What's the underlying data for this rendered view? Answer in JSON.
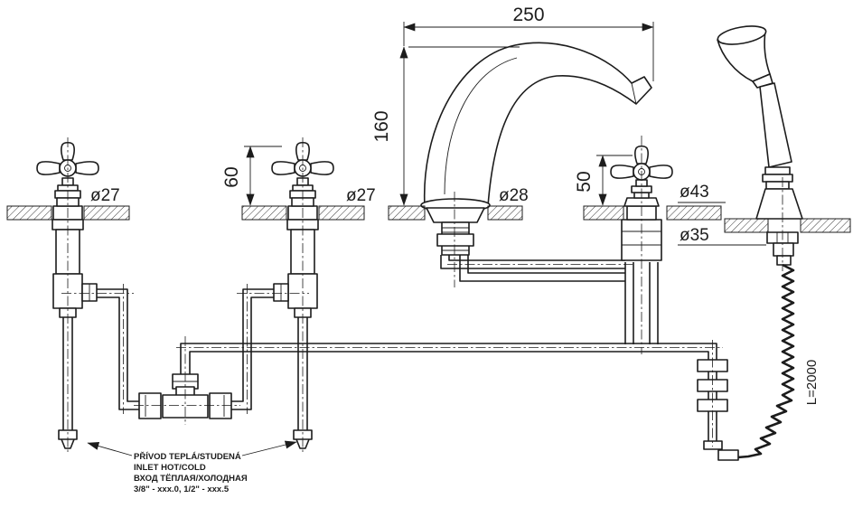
{
  "dims": {
    "spout_reach": "250",
    "spout_height": "160",
    "handle_height": "60",
    "diverter_height": "50",
    "dia_left_valve": "ø27",
    "dia_middle_valve": "ø27",
    "dia_spout": "ø28",
    "dia_diverter": "ø43",
    "dia_shower_base": "ø35",
    "hose_length": "L=2000"
  },
  "notes": {
    "line1": "PŘÍVOD TEPLÁ/STUDENÁ",
    "line2": "INLET HOT/COLD",
    "line3": "ВХОД ТЁПЛАЯ/ХОЛОДНАЯ",
    "line4": "3/8\" - xxx.0, 1/2\" - xxx.5"
  }
}
